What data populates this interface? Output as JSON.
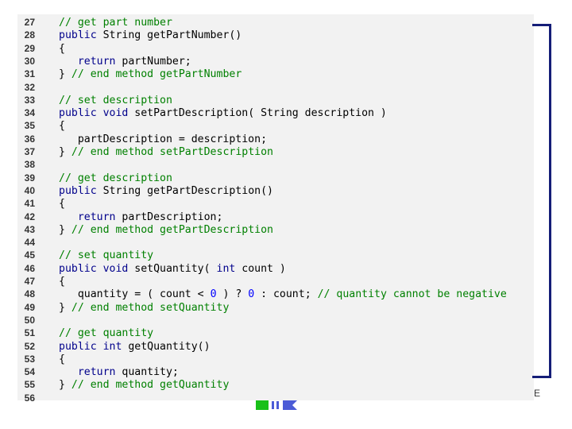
{
  "slide": {
    "corner_letter": "E"
  },
  "code_lines": [
    {
      "n": "27",
      "t": [
        [
          "c",
          "// get part number"
        ]
      ]
    },
    {
      "n": "28",
      "t": [
        [
          "k",
          "public"
        ],
        [
          "p",
          " String getPartNumber()"
        ]
      ]
    },
    {
      "n": "29",
      "t": [
        [
          "p",
          "{"
        ]
      ]
    },
    {
      "n": "30",
      "t": [
        [
          "p",
          "   "
        ],
        [
          "k",
          "return"
        ],
        [
          "p",
          " partNumber;"
        ]
      ]
    },
    {
      "n": "31",
      "t": [
        [
          "p",
          "} "
        ],
        [
          "c",
          "// end method getPartNumber"
        ]
      ]
    },
    {
      "n": "32",
      "t": []
    },
    {
      "n": "33",
      "t": [
        [
          "c",
          "// set description"
        ]
      ]
    },
    {
      "n": "34",
      "t": [
        [
          "k",
          "public void"
        ],
        [
          "p",
          " setPartDescription( String description )"
        ]
      ]
    },
    {
      "n": "35",
      "t": [
        [
          "p",
          "{"
        ]
      ]
    },
    {
      "n": "36",
      "t": [
        [
          "p",
          "   partDescription = description;"
        ]
      ]
    },
    {
      "n": "37",
      "t": [
        [
          "p",
          "} "
        ],
        [
          "c",
          "// end method setPartDescription"
        ]
      ]
    },
    {
      "n": "38",
      "t": []
    },
    {
      "n": "39",
      "t": [
        [
          "c",
          "// get description"
        ]
      ]
    },
    {
      "n": "40",
      "t": [
        [
          "k",
          "public"
        ],
        [
          "p",
          " String getPartDescription()"
        ]
      ]
    },
    {
      "n": "41",
      "t": [
        [
          "p",
          "{"
        ]
      ]
    },
    {
      "n": "42",
      "t": [
        [
          "p",
          "   "
        ],
        [
          "k",
          "return"
        ],
        [
          "p",
          " partDescription;"
        ]
      ]
    },
    {
      "n": "43",
      "t": [
        [
          "p",
          "} "
        ],
        [
          "c",
          "// end method getPartDescription"
        ]
      ]
    },
    {
      "n": "44",
      "t": []
    },
    {
      "n": "45",
      "t": [
        [
          "c",
          "// set quantity"
        ]
      ]
    },
    {
      "n": "46",
      "t": [
        [
          "k",
          "public void"
        ],
        [
          "p",
          " setQuantity( "
        ],
        [
          "k",
          "int"
        ],
        [
          "p",
          " count )"
        ]
      ]
    },
    {
      "n": "47",
      "t": [
        [
          "p",
          "{"
        ]
      ]
    },
    {
      "n": "48",
      "t": [
        [
          "p",
          "   quantity = ( count < "
        ],
        [
          "n",
          "0"
        ],
        [
          "p",
          " ) ? "
        ],
        [
          "n",
          "0"
        ],
        [
          "p",
          " : count; "
        ],
        [
          "c",
          "// quantity cannot be negative"
        ]
      ]
    },
    {
      "n": "49",
      "t": [
        [
          "p",
          "} "
        ],
        [
          "c",
          "// end method setQuantity"
        ]
      ]
    },
    {
      "n": "50",
      "t": []
    },
    {
      "n": "51",
      "t": [
        [
          "c",
          "// get quantity"
        ]
      ]
    },
    {
      "n": "52",
      "t": [
        [
          "k",
          "public int"
        ],
        [
          "p",
          " getQuantity()"
        ]
      ]
    },
    {
      "n": "53",
      "t": [
        [
          "p",
          "{"
        ]
      ]
    },
    {
      "n": "54",
      "t": [
        [
          "p",
          "   "
        ],
        [
          "k",
          "return"
        ],
        [
          "p",
          " quantity;"
        ]
      ]
    },
    {
      "n": "55",
      "t": [
        [
          "p",
          "} "
        ],
        [
          "c",
          "// end method getQuantity"
        ]
      ]
    },
    {
      "n": "56",
      "t": []
    }
  ],
  "colors": {
    "keyword": "#00008b",
    "comment": "#008000",
    "number": "#0000ff",
    "bracket": "#151e78",
    "panel_bg": "#f2f2f2"
  },
  "icons": {
    "nav_first": "green-square-icon",
    "nav_prev": "blue-bars-icon",
    "nav_next": "blue-arrow-icon"
  }
}
